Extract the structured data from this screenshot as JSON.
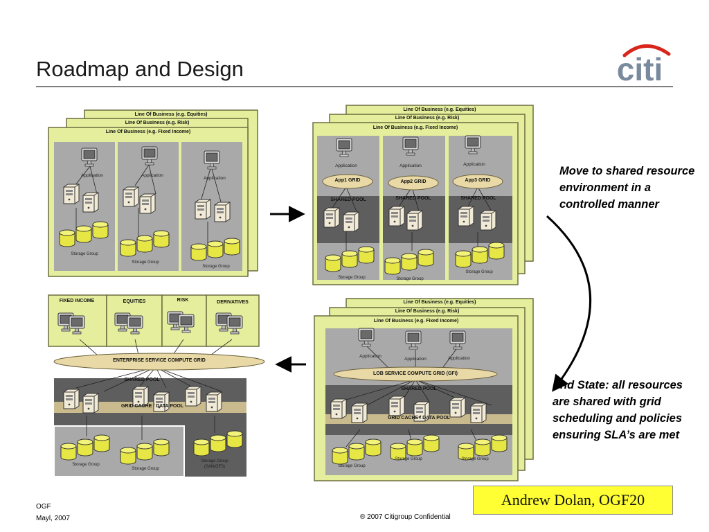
{
  "title": "Roadmap and Design",
  "logo_text": "citi",
  "panels": {
    "lob_equities": "Line Of Business (e.g. Equities)",
    "lob_risk": "Line Of Business (e.g. Risk)",
    "lob_fixed_income": "Line Of Business (e.g. Fixed Income)",
    "application": "Application",
    "storage_group": "Storage Group",
    "shared_pool": "SHARED POOL",
    "app1_grid": "App1 GRID",
    "app2_grid": "App2 GRID",
    "app3_grid": "App3 GRID",
    "lob_service_grid": "LOB SERVICE COMPUTE GRID (GFI)",
    "grid_cache": "GRID CACHE / DATA POOL",
    "enterprise_grid": "ENTERPRISE SERVICE COMPUTE GRID",
    "storage_group_san": "Storage Group (SAN/GFS)",
    "fixed_income": "FIXED INCOME",
    "equities": "EQUITIES",
    "risk": "RISK",
    "derivatives": "DERIVATIVES"
  },
  "notes": {
    "move_to_shared": "Move to shared resource environment in a controlled manner",
    "end_state": "End State: all resources are shared with grid scheduling and policies ensuring SLA’s are met"
  },
  "author": "Andrew Dolan, OGF20",
  "footer": {
    "org": "OGF",
    "date": "Mayl, 2007",
    "confidential": "® 2007 Citigroup Confidential"
  },
  "colors": {
    "panel_fill": "#e4ee9c",
    "shared_pool": "#5e5e5e",
    "column_gray": "#a9a9a9",
    "grid_ellipse": "#e8d9a6",
    "storage_yellow": "#e6e645",
    "author_box": "#ffff33",
    "logo_arc": "#d9261c",
    "logo_text": "#7a8a9e"
  }
}
